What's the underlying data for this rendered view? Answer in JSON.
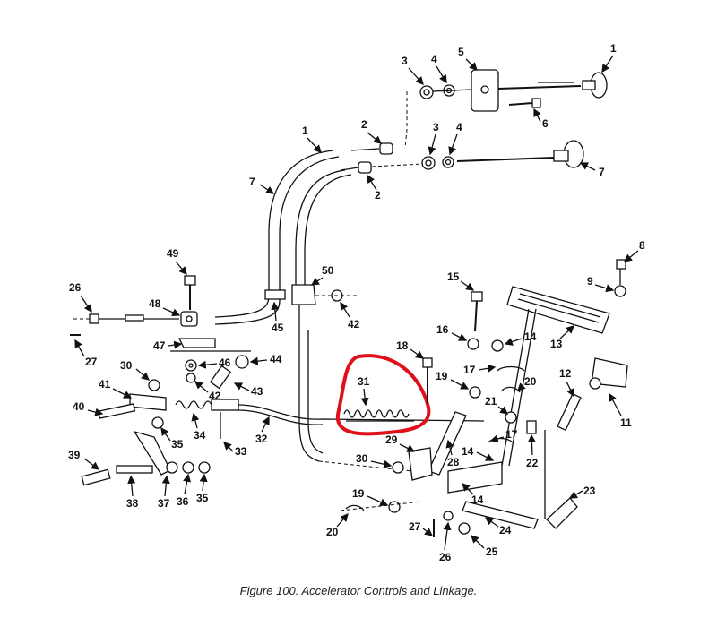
{
  "caption": "Figure 100.  Accelerator Controls and Linkage.",
  "highlight_color": "#e0101a",
  "callouts": {
    "c1a": "1",
    "c1b": "1",
    "c2a": "2",
    "c2b": "2",
    "c3a": "3",
    "c3b": "3",
    "c4a": "4",
    "c4b": "4",
    "c5": "5",
    "c6": "6",
    "c7a": "7",
    "c7b": "7",
    "c8": "8",
    "c9": "9",
    "c11": "11",
    "c12": "12",
    "c13": "13",
    "c14a": "14",
    "c14b": "14",
    "c14c": "14",
    "c15": "15",
    "c16": "16",
    "c17a": "17",
    "c17b": "17",
    "c18": "18",
    "c19a": "19",
    "c19b": "19",
    "c20a": "20",
    "c20b": "20",
    "c21": "21",
    "c22": "22",
    "c23": "23",
    "c24": "24",
    "c25": "25",
    "c26a": "26",
    "c26b": "26",
    "c27a": "27",
    "c27b": "27",
    "c28": "28",
    "c29": "29",
    "c30a": "30",
    "c30b": "30",
    "c31": "31",
    "c32": "32",
    "c33": "33",
    "c34": "34",
    "c35a": "35",
    "c35b": "35",
    "c36": "36",
    "c37": "37",
    "c38": "38",
    "c39": "39",
    "c40": "40",
    "c41": "41",
    "c42a": "42",
    "c42b": "42",
    "c43": "43",
    "c44": "44",
    "c45": "45",
    "c46": "46",
    "c47": "47",
    "c48": "48",
    "c49": "49",
    "c50": "50"
  }
}
